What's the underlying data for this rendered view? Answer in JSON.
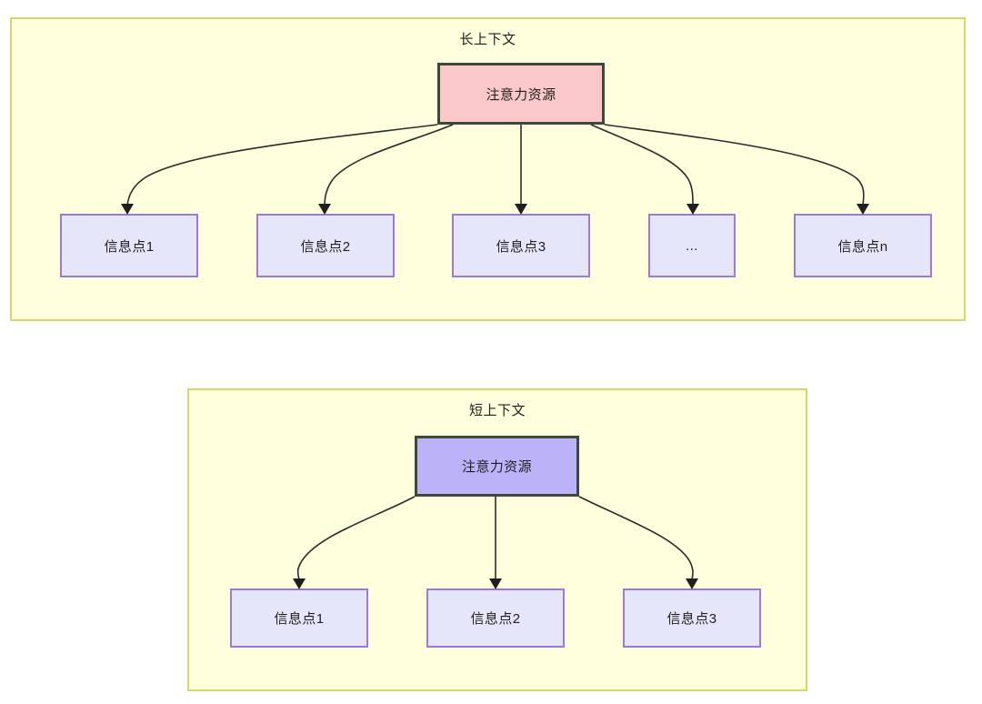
{
  "diagram": {
    "type": "tree-comparison",
    "panels": [
      {
        "id": "long-context",
        "title": "长上下文",
        "root": {
          "label": "注意力资源",
          "fill": "#fac8c8",
          "border": "#3c4a3c"
        },
        "children": [
          {
            "label": "信息点1"
          },
          {
            "label": "信息点2"
          },
          {
            "label": "信息点3"
          },
          {
            "label": "..."
          },
          {
            "label": "信息点n"
          }
        ],
        "panel_fill": "#ffffdd",
        "panel_border": "#d6d66a",
        "child_fill": "#e6e6fb",
        "child_border": "#9e7ad6"
      },
      {
        "id": "short-context",
        "title": "短上下文",
        "root": {
          "label": "注意力资源",
          "fill": "#bbb2f7",
          "border": "#3c4a3c"
        },
        "children": [
          {
            "label": "信息点1"
          },
          {
            "label": "信息点2"
          },
          {
            "label": "信息点3"
          }
        ],
        "panel_fill": "#ffffdd",
        "panel_border": "#d6d66a",
        "child_fill": "#e6e6fb",
        "child_border": "#9e7ad6"
      }
    ]
  }
}
